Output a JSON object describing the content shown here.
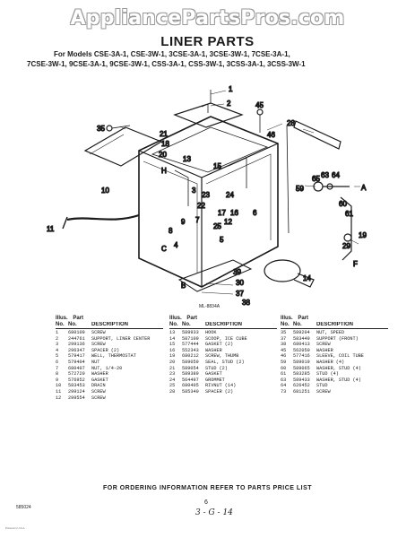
{
  "watermark": "AppliancePartsPros.com",
  "title": "LINER PARTS",
  "models": [
    "For Models CSE-3A-1, CSE-3W-1, 3CSE-3A-1, 3CSE-3W-1, 7CSE-3A-1,",
    "7CSE-3W-1,  9CSE-3A-1, 9CSE-3W-1, CSS-3A-1, CSS-3W-1, 3CSS-3A-1, 3CSS-3W-1"
  ],
  "callouts": [
    "1",
    "2",
    "3",
    "4",
    "5",
    "6",
    "7",
    "8",
    "9",
    "10",
    "11",
    "12",
    "13",
    "14",
    "15",
    "16",
    "17",
    "18",
    "19",
    "20",
    "21",
    "22",
    "23",
    "24",
    "25",
    "28",
    "29",
    "30",
    "35",
    "37",
    "38",
    "39",
    "45",
    "46",
    "59",
    "60",
    "61",
    "63",
    "64",
    "65",
    "A",
    "B",
    "H",
    "C",
    "F"
  ],
  "figure_id": "ML-8834A",
  "table": {
    "header": {
      "illus": "Illus.",
      "no": "No.",
      "part": "Part",
      "partno": "No.",
      "desc": "DESCRIPTION"
    },
    "col1": [
      [
        "1",
        "680109",
        "SCREW"
      ],
      [
        "2",
        "244761",
        "SUPPORT, LINER CENTER"
      ],
      [
        "3",
        "299136",
        "SCREW"
      ],
      [
        "4",
        "296347",
        "SPACER (2)"
      ],
      [
        "5",
        "579417",
        "WELL, THERMOSTAT"
      ],
      [
        "6",
        "579404",
        "NUT"
      ],
      [
        "7",
        "680407",
        "NUT, 1/4-20"
      ],
      [
        "8",
        "572720",
        "WASHER"
      ],
      [
        "9",
        "576952",
        "GASKET"
      ],
      [
        "10",
        "583453",
        "DRAIN"
      ],
      [
        "11",
        "299124",
        "SCREW"
      ],
      [
        "12",
        "299554",
        "SCREW"
      ]
    ],
    "col2": [
      [
        "13",
        "589933",
        "HOOK"
      ],
      [
        "14",
        "587109",
        "SCOOP, ICE CUBE"
      ],
      [
        "15",
        "577444",
        "GASKET (2)"
      ],
      [
        "16",
        "552343",
        "WASHER"
      ],
      [
        "19",
        "680212",
        "SCREW, THUMB"
      ],
      [
        "20",
        "589059",
        "SEAL, STUD (2)"
      ],
      [
        "21",
        "589054",
        "STUD (2)"
      ],
      [
        "23",
        "589389",
        "GASKET"
      ],
      [
        "24",
        "564497",
        "GROMMET"
      ],
      [
        "25",
        "680405",
        "RIVNUT (14)"
      ],
      [
        "28",
        "585340",
        "SPACER (2)"
      ]
    ],
    "col3": [
      [
        "35",
        "589204",
        "NUT, SPEED"
      ],
      [
        "37",
        "583449",
        "SUPPORT (FRONT)"
      ],
      [
        "38",
        "680413",
        "SCREW"
      ],
      [
        "45",
        "562050",
        "WASHER"
      ],
      [
        "46",
        "577416",
        "SLEEVE, COIL TUBE"
      ],
      [
        "59",
        "589019",
        "WASHER (4)"
      ],
      [
        "60",
        "589065",
        "WASHER, STUD (4)"
      ],
      [
        "61",
        "583285",
        "STUD (4)"
      ],
      [
        "63",
        "589433",
        "WASHER, STUD (4)"
      ],
      [
        "64",
        "626452",
        "STUD"
      ],
      [
        "73",
        "681251",
        "SCREW"
      ]
    ]
  },
  "footer": "FOR ORDERING INFORMATION REFER TO PARTS PRICE LIST",
  "page_number": "6",
  "doc_id": "585024",
  "handwritten": "3 - G - 14",
  "fine_print": "Printed in U.S.A."
}
